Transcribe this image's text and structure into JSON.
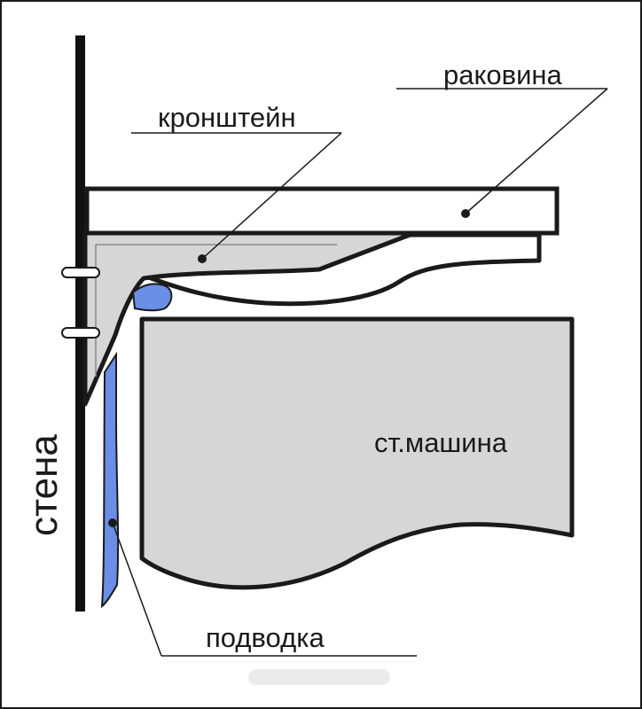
{
  "labels": {
    "sink": "раковина",
    "bracket": "кронштейн",
    "washing_machine": "ст.машина",
    "wall": "стена",
    "supply_hose": "подводка"
  },
  "colors": {
    "background": "#ffffff",
    "outline": "#1a1a1a",
    "part_fill": "#d6d6d6",
    "sink_fill": "#ffffff",
    "hose_fill": "#6b8fe6",
    "wall_stroke": "#111111"
  }
}
